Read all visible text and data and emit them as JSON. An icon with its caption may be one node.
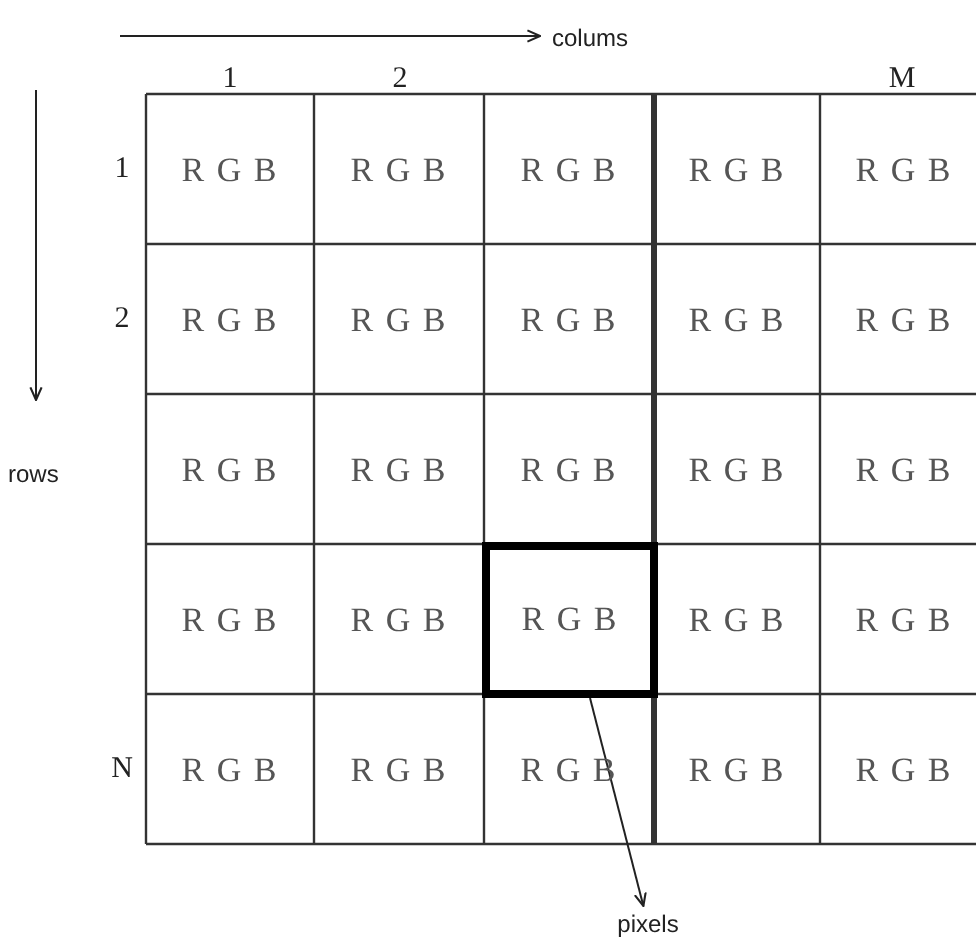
{
  "diagram": {
    "nodes": [
      {
        "text": [
          "pixels"
        ]
      },
      {
        "text": [
          "R G B"
        ]
      }
    ],
    "edges": [
      {
        "from": 1,
        "to": 0,
        "arrow": "to"
      }
    ],
    "labels": [
      "colums",
      "1",
      "2",
      "M",
      "1",
      "R G B",
      "R G B",
      "R G B",
      "R G B",
      "R G B",
      "2",
      "R G B",
      "R G B",
      "R G B",
      "R G B",
      "R G B",
      "rows",
      "R G B",
      "R G B",
      "R G B",
      "R G B",
      "R G B",
      "R G B",
      "R G B",
      "R G B",
      "R G B",
      "N",
      "R G B",
      "R G B",
      "R G B",
      "R G B",
      "R G B"
    ]
  }
}
